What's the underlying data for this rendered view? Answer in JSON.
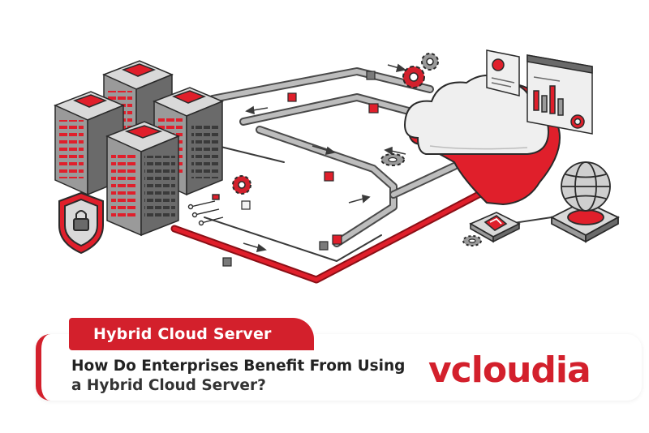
{
  "banner": {
    "category_label": "Hybrid Cloud Server",
    "headline_line1": "How Do Enterprises Benefit From Using",
    "headline_line2": "a Hybrid Cloud Server?"
  },
  "brand": {
    "logo_text": "vcloudia"
  },
  "colors": {
    "accent": "#d3202c",
    "ink": "#333333",
    "server": "#8c8c8c"
  },
  "icons": [
    "server-rack-icon",
    "shield-lock-icon",
    "gear-icon",
    "cloud-icon",
    "dashboard-icon",
    "globe-icon",
    "alert-icon"
  ]
}
